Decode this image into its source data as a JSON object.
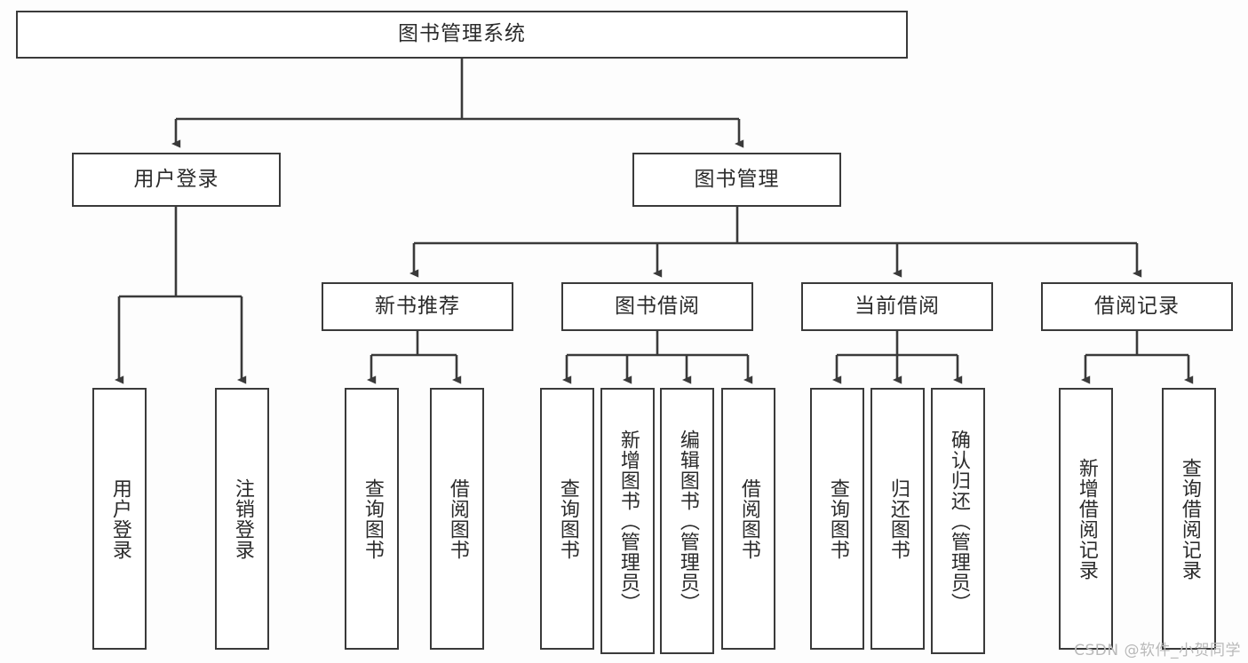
{
  "diagram": {
    "title": "图书管理系统",
    "type": "tree-hierarchy-diagram",
    "watermark": "CSDN @软件_小贺同学",
    "colors": {
      "stroke": "#3a3a3a",
      "fill": "#ffffff",
      "background": "#fdfdfd",
      "text": "#2b2b2b",
      "watermark": "#b9b9b9"
    },
    "levels": {
      "root": {
        "label": "图书管理系统"
      },
      "level2": [
        {
          "label": "用户登录"
        },
        {
          "label": "图书管理"
        }
      ],
      "level3": [
        {
          "label": "新书推荐"
        },
        {
          "label": "图书借阅"
        },
        {
          "label": "当前借阅"
        },
        {
          "label": "借阅记录"
        }
      ],
      "leaves": {
        "user_login": [
          {
            "label": "用户登录"
          },
          {
            "label": "注销登录"
          }
        ],
        "new_book_recommend": [
          {
            "label": "查询图书"
          },
          {
            "label": "借阅图书"
          }
        ],
        "book_borrow": [
          {
            "label": "查询图书"
          },
          {
            "label": "新增图书（管理员）"
          },
          {
            "label": "编辑图书（管理员）"
          },
          {
            "label": "借阅图书"
          }
        ],
        "current_borrow": [
          {
            "label": "查询图书"
          },
          {
            "label": "归还图书"
          },
          {
            "label": "确认归还（管理员）"
          }
        ],
        "borrow_record": [
          {
            "label": "新增借阅记录"
          },
          {
            "label": "查询借阅记录"
          }
        ]
      }
    }
  }
}
